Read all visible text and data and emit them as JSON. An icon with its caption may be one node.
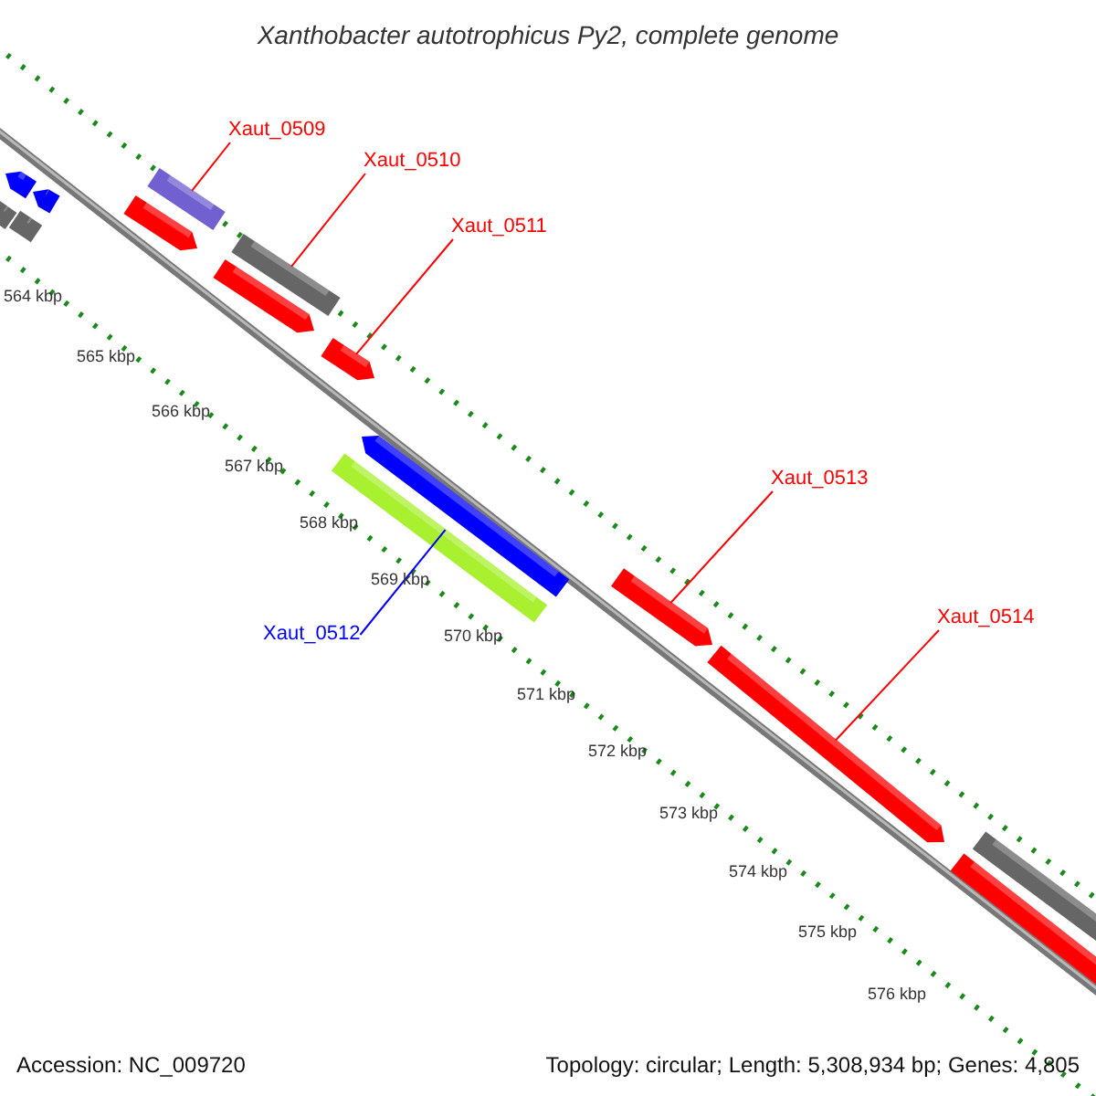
{
  "diagram": {
    "title": "Xanthobacter autotrophicus Py2, complete genome",
    "nodes": [
      {
        "text": [
          "Xaut_0509"
        ]
      },
      {
        "text": [
          "Xaut_0510"
        ]
      },
      {
        "text": [
          "Xaut_0511"
        ]
      },
      {
        "text": [
          "Xaut_0512"
        ]
      },
      {
        "text": [
          "Xaut_0513"
        ]
      },
      {
        "text": [
          "Xaut_0514"
        ]
      },
      {
        "text": [],
        "shape": "bar"
      },
      {
        "text": [],
        "shape": "bar"
      },
      {
        "text": [],
        "shape": "bar"
      },
      {
        "text": [],
        "shape": "bar"
      },
      {
        "text": [],
        "shape": "bar"
      },
      {
        "text": [],
        "shape": "bar"
      },
      {
        "text": [],
        "shape": "bar"
      },
      {
        "text": [],
        "shape": "bar"
      },
      {
        "text": [],
        "shape": "bar"
      },
      {
        "text": [],
        "shape": "bar"
      },
      {
        "text": [],
        "shape": "bar"
      },
      {
        "text": [],
        "shape": "bar"
      },
      {
        "text": [],
        "shape": "bar"
      },
      {
        "text": [],
        "shape": "bar"
      },
      {
        "text": [],
        "shape": "bar"
      }
    ],
    "edges": [
      {
        "from": 0,
        "to": 10,
        "arrow": "none"
      },
      {
        "from": 1,
        "to": 12,
        "arrow": "none"
      },
      {
        "from": 2,
        "to": 14,
        "arrow": "none"
      },
      {
        "from": 3,
        "to": 16,
        "arrow": "none",
        "color": "#0000ff"
      },
      {
        "from": 4,
        "to": 17,
        "arrow": "none"
      },
      {
        "from": 5,
        "to": 18,
        "arrow": "none"
      }
    ],
    "labels": [
      "564 kbp",
      "565 kbp",
      "566 kbp",
      "567 kbp",
      "568 kbp",
      "569 kbp",
      "570 kbp",
      "571 kbp",
      "572 kbp",
      "573 kbp",
      "574 kbp",
      "575 kbp",
      "576 kbp",
      "Accession: NC_009720",
      "Topology: circular; Length: 5,308,934 bp; Genes: 4,805"
    ]
  }
}
